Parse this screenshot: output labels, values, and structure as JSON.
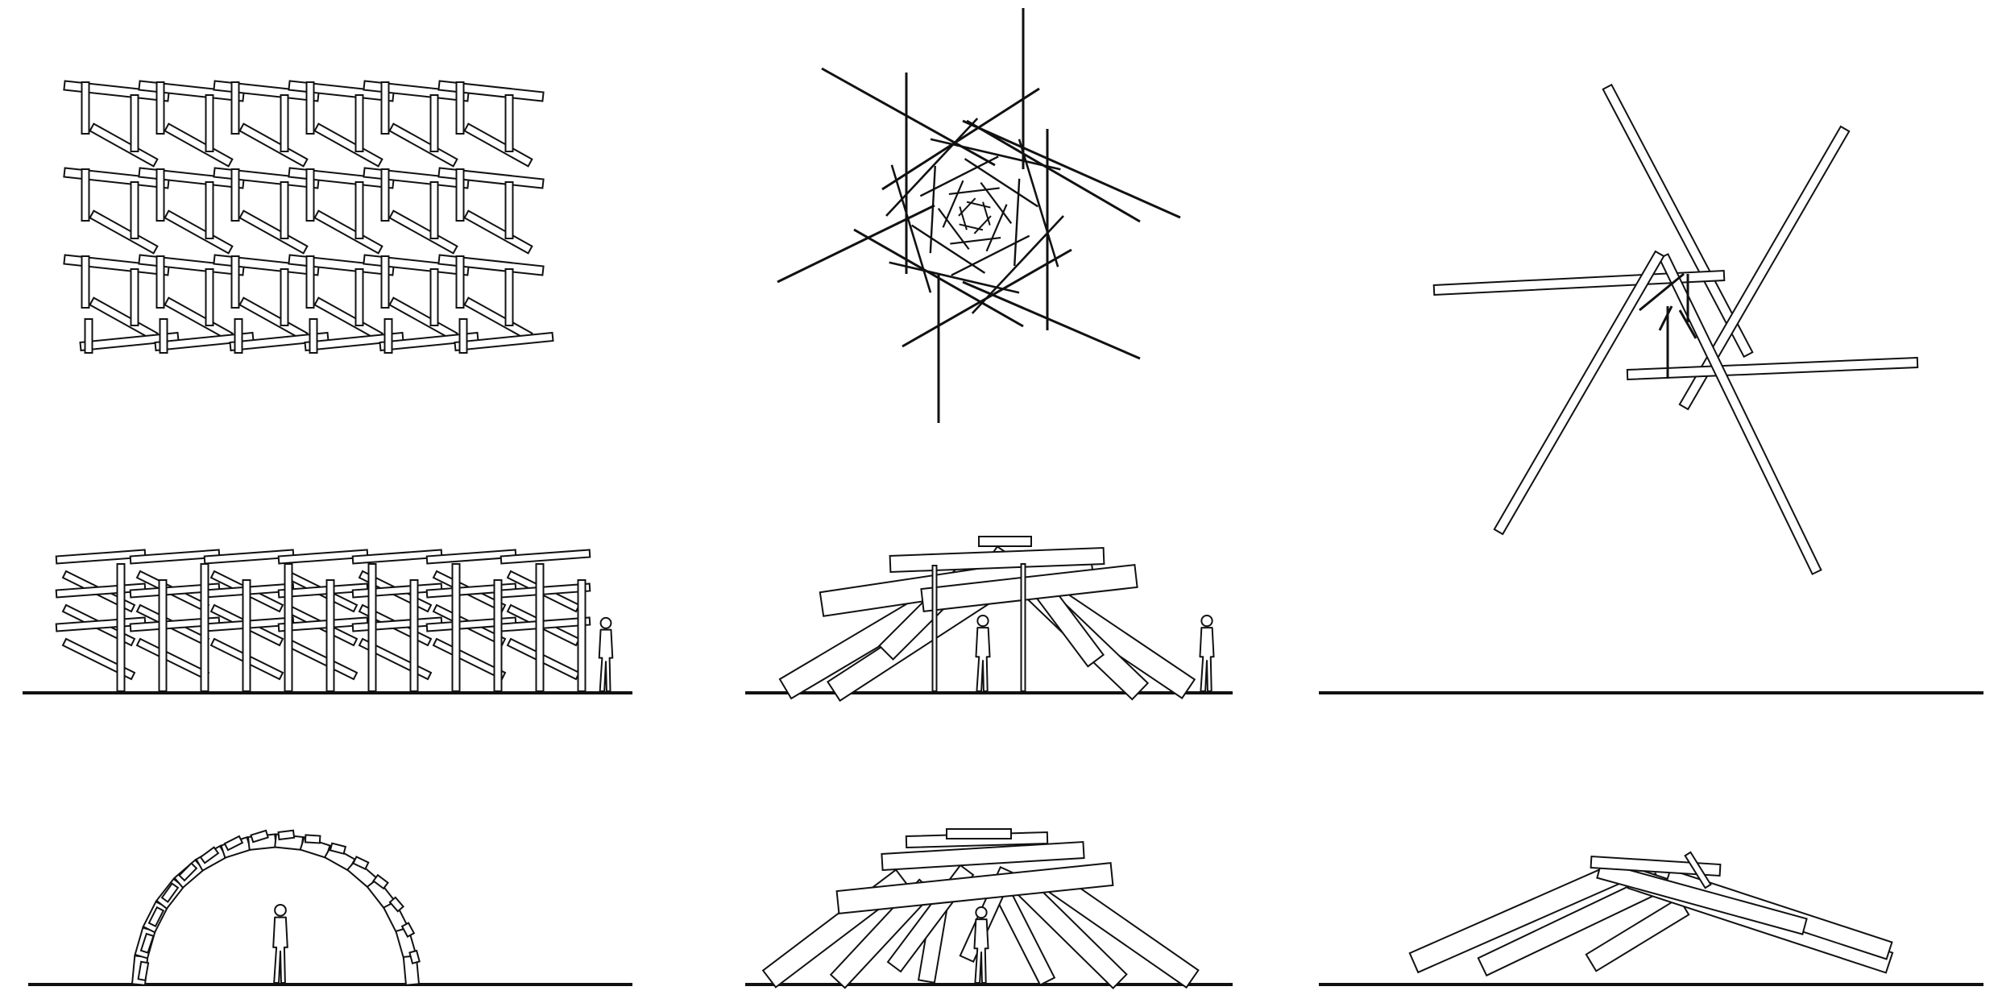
{
  "colors": {
    "background": "#ffffff",
    "ink": "#111111"
  },
  "panels": [
    {
      "id": "barrel-vault-plan",
      "view": "plan"
    },
    {
      "id": "star-dome-plan",
      "view": "plan"
    },
    {
      "id": "pinwheel-plan",
      "view": "plan"
    },
    {
      "id": "barrel-vault-elevation",
      "view": "elevation",
      "has_figure": true
    },
    {
      "id": "star-dome-elevation",
      "view": "elevation",
      "has_figure": true
    },
    {
      "id": "pinwheel-elevation",
      "view": "elevation",
      "has_figure": false
    },
    {
      "id": "barrel-vault-section",
      "view": "section",
      "has_figure": true
    },
    {
      "id": "star-dome-section",
      "view": "section",
      "has_figure": true
    },
    {
      "id": "pinwheel-section",
      "view": "section",
      "has_figure": false
    }
  ]
}
